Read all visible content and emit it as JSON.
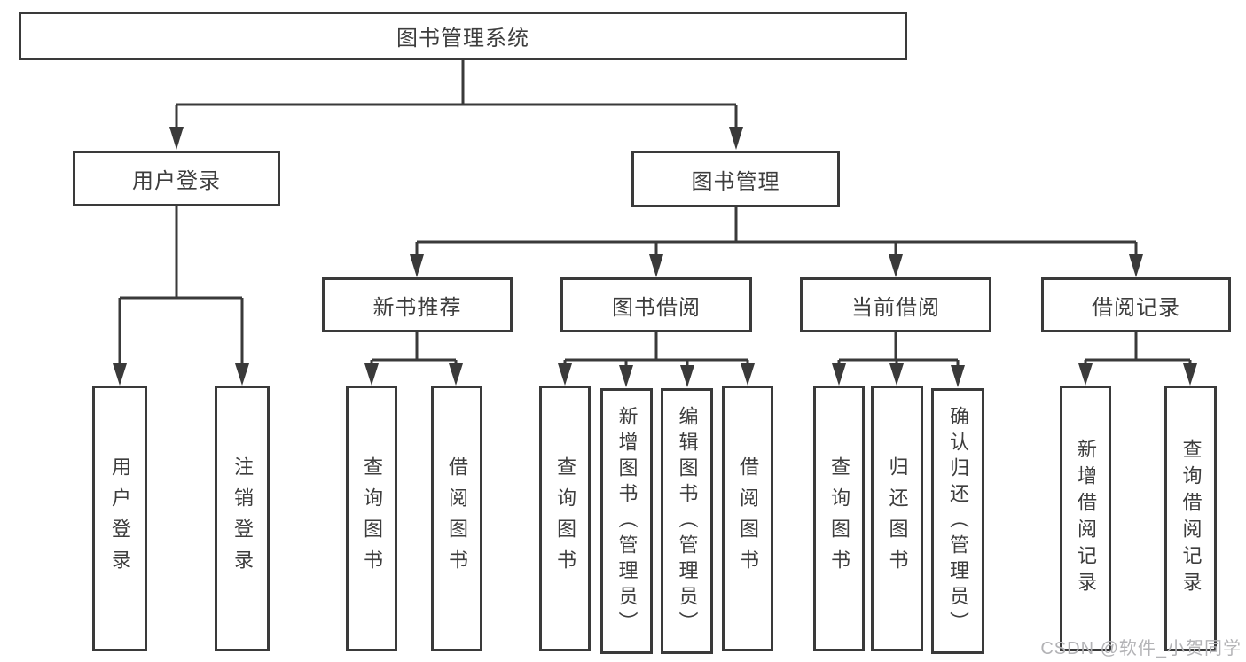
{
  "tree": {
    "label": "图书管理系统",
    "children": [
      {
        "label": "用户登录",
        "children": [
          {
            "label": "用户登录"
          },
          {
            "label": "注销登录"
          }
        ]
      },
      {
        "label": "图书管理",
        "children": [
          {
            "label": "新书推荐",
            "children": [
              {
                "label": "查询图书"
              },
              {
                "label": "借阅图书"
              }
            ]
          },
          {
            "label": "图书借阅",
            "children": [
              {
                "label": "查询图书"
              },
              {
                "label": "新增图书（管理员）"
              },
              {
                "label": "编辑图书（管理员）"
              },
              {
                "label": "借阅图书"
              }
            ]
          },
          {
            "label": "当前借阅",
            "children": [
              {
                "label": "查询图书"
              },
              {
                "label": "归还图书"
              },
              {
                "label": "确认归还（管理员）"
              }
            ]
          },
          {
            "label": "借阅记录",
            "children": [
              {
                "label": "新增借阅记录"
              },
              {
                "label": "查询借阅记录"
              }
            ]
          }
        ]
      }
    ]
  },
  "watermark": {
    "text": "CSDN @软件_小贺同学"
  },
  "colors": {
    "line": "#3a3a3a",
    "text": "#3d3d3d",
    "box_fill": "#ffffff",
    "background": "#ffffff",
    "watermark": "#b3b3b6"
  }
}
